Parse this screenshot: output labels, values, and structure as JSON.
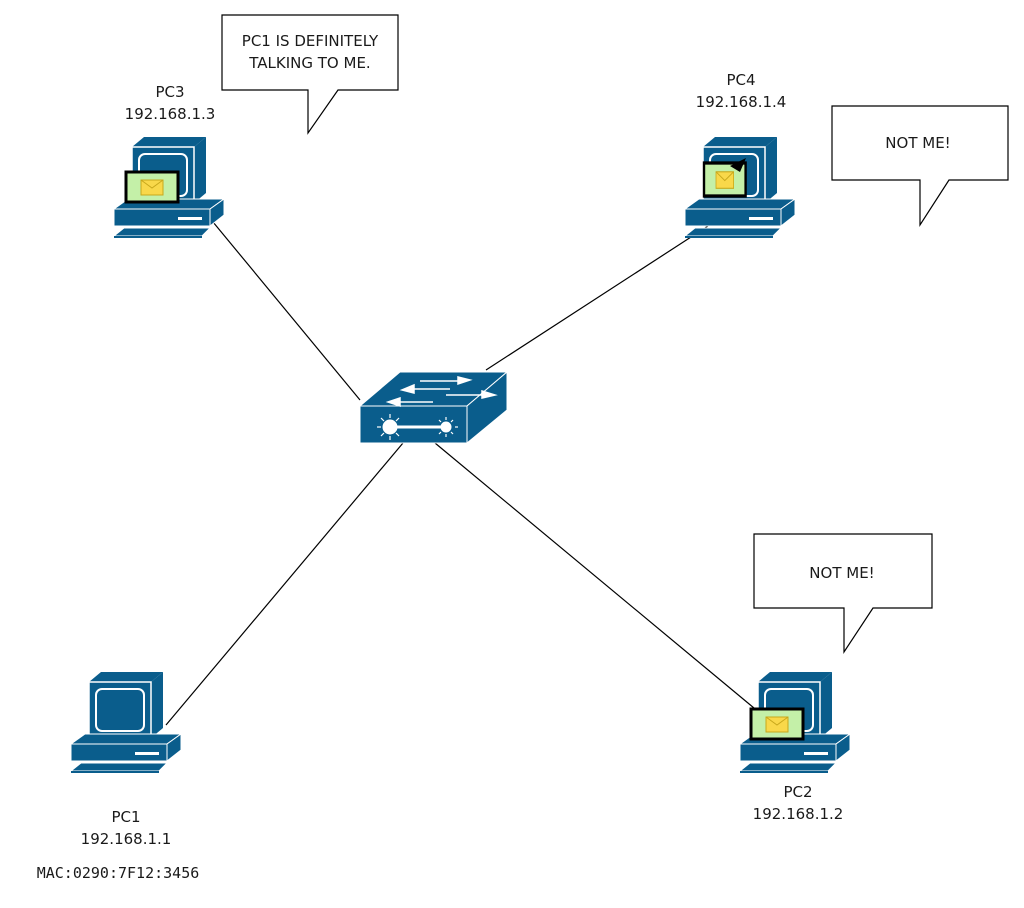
{
  "diagram": {
    "title": "Hub broadcast: PC1 frame delivered to all ports",
    "colors": {
      "device_blue": "#0a5d8c",
      "envelope_bg": "#c4f0a8",
      "envelope_fill": "#f9d84a",
      "line": "#000000"
    },
    "devices": {
      "pc1": {
        "name": "PC1",
        "ip": "192.168.1.1",
        "mac": "MAC:0290:7F12:3456",
        "icon": "desktop-computer-icon"
      },
      "pc2": {
        "name": "PC2",
        "ip": "192.168.1.2",
        "icon": "desktop-computer-icon",
        "has_envelope": true
      },
      "pc3": {
        "name": "PC3",
        "ip": "192.168.1.3",
        "icon": "desktop-computer-icon",
        "has_envelope": true
      },
      "pc4": {
        "name": "PC4",
        "ip": "192.168.1.4",
        "icon": "desktop-computer-icon",
        "has_envelope": true
      },
      "hub": {
        "icon": "network-hub-icon"
      }
    },
    "bubbles": {
      "pc3": {
        "line1": "PC1 IS DEFINITELY",
        "line2": "TALKING TO ME."
      },
      "pc4": {
        "text": "NOT ME!"
      },
      "pc2": {
        "text": "NOT ME!"
      }
    },
    "links": [
      {
        "from": "hub",
        "to": "PC3"
      },
      {
        "from": "hub",
        "to": "PC4"
      },
      {
        "from": "hub",
        "to": "PC1"
      },
      {
        "from": "hub",
        "to": "PC2"
      }
    ]
  }
}
